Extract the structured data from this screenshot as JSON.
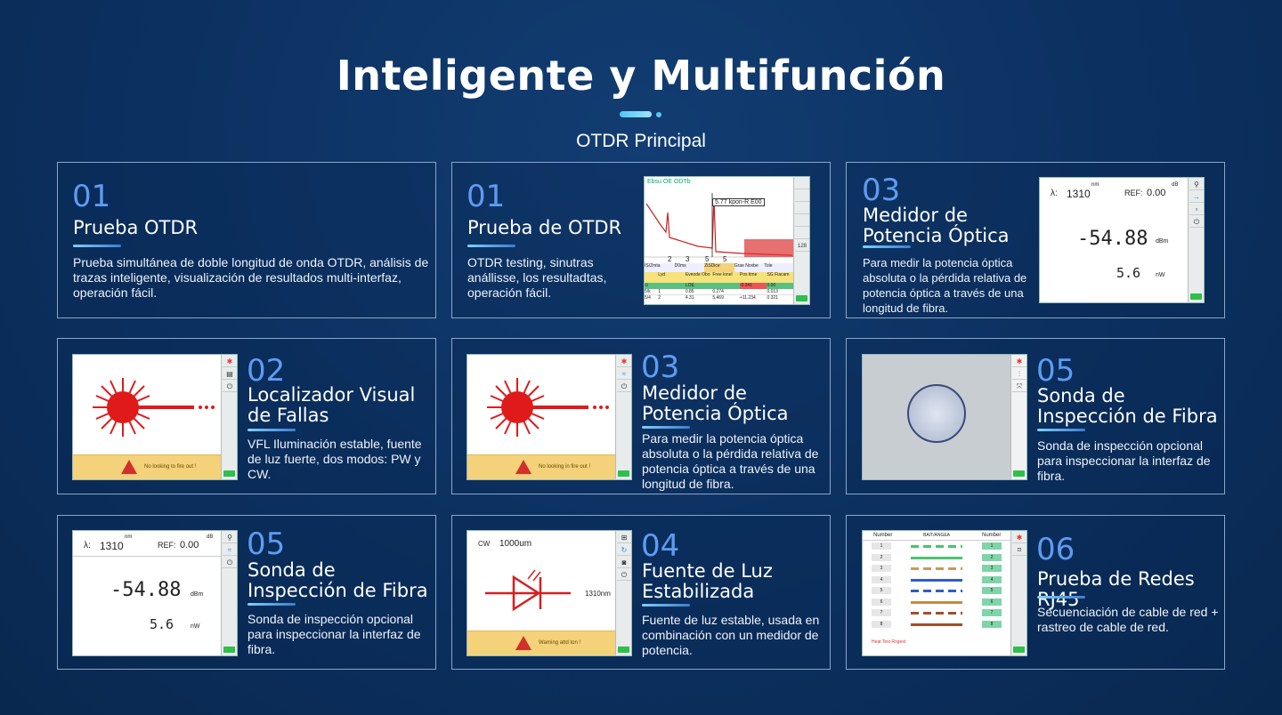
{
  "page": {
    "title": "Inteligente y Multifunción",
    "subtitle": "OTDR Principal"
  },
  "cards": [
    {
      "num": "01",
      "title": "Prueba OTDR",
      "desc": "Prueba simultánea de doble longitud de onda OTDR, análisis de trazas inteligente, visualización de resultados multi-interfaz, operación fácil."
    },
    {
      "num": "01",
      "title": "Prueba de OTDR",
      "desc": "OTDR testing, sinutras anállisse, los resultadtas, operación fácil."
    },
    {
      "num": "03",
      "title": "Medidor de Potencia Óptica",
      "desc": "Para medir la potencia óptica absoluta o la pérdida relativa de potencia óptica a través de una longitud de fibra."
    },
    {
      "num": "02",
      "title": "Localizador Visual de Fallas",
      "desc": "VFL Iluminación estable, fuente de luz fuerte, dos modos: PW y CW."
    },
    {
      "num": "03",
      "title": "Medidor de Potencia Óptica",
      "desc": "Para medir la potencia óptica absoluta o la pérdida relativa de potencia óptica a través de una longitud de fibra."
    },
    {
      "num": "05",
      "title": "Sonda de Inspección de Fibra",
      "desc": "Sonda de inspección opcional para inspeccionar la interfaz de fibra."
    },
    {
      "num": "05",
      "title": "Sonda de Inspección de Fibra",
      "desc": "Sonda de inspección opcional para inspeccionar la interfaz de fibra."
    },
    {
      "num": "04",
      "title": "Fuente de Luz Estabilizada",
      "desc": "Fuente de luz estable, usada en combinación con un medidor de potencia."
    },
    {
      "num": "06",
      "title": "Prueba de Redes RJ45",
      "desc": "Secuenciación de cable de red + rastreo de cable de red."
    }
  ],
  "otdr_screen": {
    "header": "Ebsu OE ODTb",
    "marker": "5.77 kpon-R E00",
    "ticks": [
      "2",
      "3",
      "5",
      "5"
    ],
    "tabs": [
      "IS/Zmta",
      "D0ms",
      "ZiSDice",
      "Grae Noxbe",
      "Tole"
    ],
    "columns": [
      "Lyd",
      "Eveode Obo",
      "Free lonel",
      "Pos time",
      "SG Fiacam"
    ],
    "rows": [
      [
        "⚡",
        "",
        "",
        "",
        ""
      ],
      [
        "⊙",
        "",
        "LOE",
        "-0.341",
        "0.00"
      ],
      [
        "5/k",
        "1",
        "0.85",
        "0.274",
        "",
        "0.013"
      ],
      [
        "5/4",
        "2",
        "4.31",
        "5.469",
        "+11.234",
        "0.321"
      ]
    ],
    "side_label": "128"
  },
  "power_meter": {
    "lambda_label": "λ:",
    "lambda": "1310",
    "lambda_unit": "nm",
    "ref_label": "REF:",
    "ref": "0.00",
    "ref_unit": "dB",
    "dbm": "-54.88",
    "dbm_unit": "dBm",
    "nw": "5.6",
    "nw_unit": "nW"
  },
  "vfl": {
    "warning": "No looking to fire out !"
  },
  "vfl2": {
    "warning": "No looking in fire out !"
  },
  "light_source": {
    "mode": "CW",
    "freq": "1000um",
    "wavelength": "1310nm",
    "warning": "Warning attd ton !"
  },
  "rj45": {
    "col_left": "Number",
    "col_mid": "BAIT/ANGEA",
    "col_right": "Number",
    "pairs": [
      "1",
      "2",
      "3",
      "4",
      "5",
      "6",
      "7",
      "8"
    ],
    "footer": "Heat Test Rogest",
    "wire_colors": [
      "#4cc46a",
      "#4cc46a",
      "#c89860",
      "#2f5cc8",
      "#2f5cc8",
      "#c88a40",
      "#a0502a",
      "#a0502a"
    ]
  },
  "colors": {
    "accent": "#5e9cf3",
    "background": "#0b2f5e",
    "laser": "#e01a1a"
  }
}
